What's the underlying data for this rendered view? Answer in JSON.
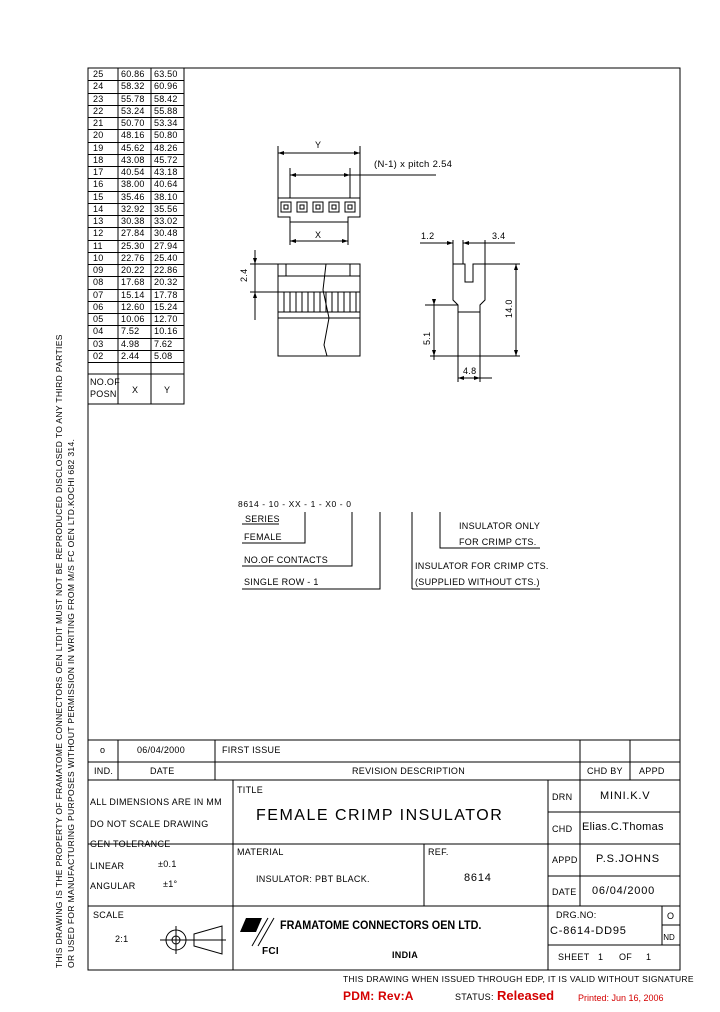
{
  "legal_notice": [
    "THIS DRAWING IS THE PROPERTY OF FRAMATOME CONNECTORS OEN LTDIT MUST NOT BE REPRODUCED DISCLOSED TO ANY THIRD PARTIES",
    "OR USED FOR MANUFACTURING PURPOSES WITHOUT PERMISSION IN WRITING FROM M/S FC OEN LTD.KOCHI 682 314."
  ],
  "dimension_table": {
    "header": {
      "posn": "NO.OF POSN.",
      "x": "X",
      "y": "Y"
    },
    "rows": [
      [
        "25",
        "60.86",
        "63.50"
      ],
      [
        "24",
        "58.32",
        "60.96"
      ],
      [
        "23",
        "55.78",
        "58.42"
      ],
      [
        "22",
        "53.24",
        "55.88"
      ],
      [
        "21",
        "50.70",
        "53.34"
      ],
      [
        "20",
        "48.16",
        "50.80"
      ],
      [
        "19",
        "45.62",
        "48.26"
      ],
      [
        "18",
        "43.08",
        "45.72"
      ],
      [
        "17",
        "40.54",
        "43.18"
      ],
      [
        "16",
        "38.00",
        "40.64"
      ],
      [
        "15",
        "35.46",
        "38.10"
      ],
      [
        "14",
        "32.92",
        "35.56"
      ],
      [
        "13",
        "30.38",
        "33.02"
      ],
      [
        "12",
        "27.84",
        "30.48"
      ],
      [
        "11",
        "25.30",
        "27.94"
      ],
      [
        "10",
        "22.76",
        "25.40"
      ],
      [
        "09",
        "20.22",
        "22.86"
      ],
      [
        "08",
        "17.68",
        "20.32"
      ],
      [
        "07",
        "15.14",
        "17.78"
      ],
      [
        "06",
        "12.60",
        "15.24"
      ],
      [
        "05",
        "10.06",
        "12.70"
      ],
      [
        "04",
        "7.52",
        "10.16"
      ],
      [
        "03",
        "4.98",
        "7.62"
      ],
      [
        "02",
        "2.44",
        "5.08"
      ]
    ]
  },
  "drawing_labels": {
    "y_dim": "Y",
    "x_dim": "X",
    "pitch": "(N-1) x pitch 2.54",
    "dim_2_4": "2.4",
    "dim_1_2": "1.2",
    "dim_3_4": "3.4",
    "dim_14_0": "14.0",
    "dim_5_1": "5.1",
    "dim_4_8": "4.8"
  },
  "part_code": {
    "code": "8614 - 10 - XX - 1 - X0 - 0",
    "series": "SERIES",
    "female": "FEMALE",
    "contacts": "NO.OF CONTACTS",
    "single_row": "SINGLE ROW - 1",
    "insulator_only_1": "INSULATOR ONLY",
    "insulator_only_2": "FOR CRIMP CTS.",
    "insulator_for_1": "INSULATOR FOR CRIMP CTS.",
    "insulator_for_2": "(SUPPLIED WITHOUT CTS.)"
  },
  "revision": {
    "ind": "o",
    "date": "06/04/2000",
    "description": "FIRST ISSUE",
    "h_ind": "IND.",
    "h_date": "DATE",
    "h_desc": "REVISION DESCRIPTION",
    "h_chd": "CHD BY",
    "h_appd": "APPD"
  },
  "notes": {
    "line1": "ALL DIMENSIONS ARE IN MM",
    "line2": "DO NOT SCALE DRAWING",
    "line3": "GEN TOLERANCE",
    "linear_label": "LINEAR",
    "linear_val": "±0.1",
    "angular_label": "ANGULAR",
    "angular_val": "±1°"
  },
  "title_block": {
    "title_label": "TITLE",
    "title": "FEMALE CRIMP INSULATOR",
    "material_label": "MATERIAL",
    "material": "INSULATOR: PBT BLACK.",
    "ref_label": "REF.",
    "ref": "8614",
    "drn_label": "DRN",
    "drn": "MINI.K.V",
    "chd_label": "CHD",
    "chd": "Elias.C.Thomas",
    "appd_label": "APPD",
    "appd": "P.S.JOHNS",
    "date_label": "DATE",
    "date": "06/04/2000",
    "scale_label": "SCALE",
    "scale": "2:1",
    "company": "FRAMATOME CONNECTORS OEN LTD.",
    "fci": "FCI",
    "country": "INDIA",
    "drg_label": "DRG.NO:",
    "drg_no": "C-8614-DD95",
    "ind_letter": "O",
    "ind_label": "IND",
    "sheet_label": "SHEET",
    "sheet": "1",
    "of_label": "OF",
    "of": "1",
    "edp_note": "THIS DRAWING WHEN ISSUED THROUGH EDP, IT IS VALID WITHOUT SIGNATURE"
  },
  "footer": {
    "pdm": "PDM: Rev:A",
    "status_label": "STATUS:",
    "status": "Released",
    "printed": "Printed: Jun 16, 2006"
  }
}
